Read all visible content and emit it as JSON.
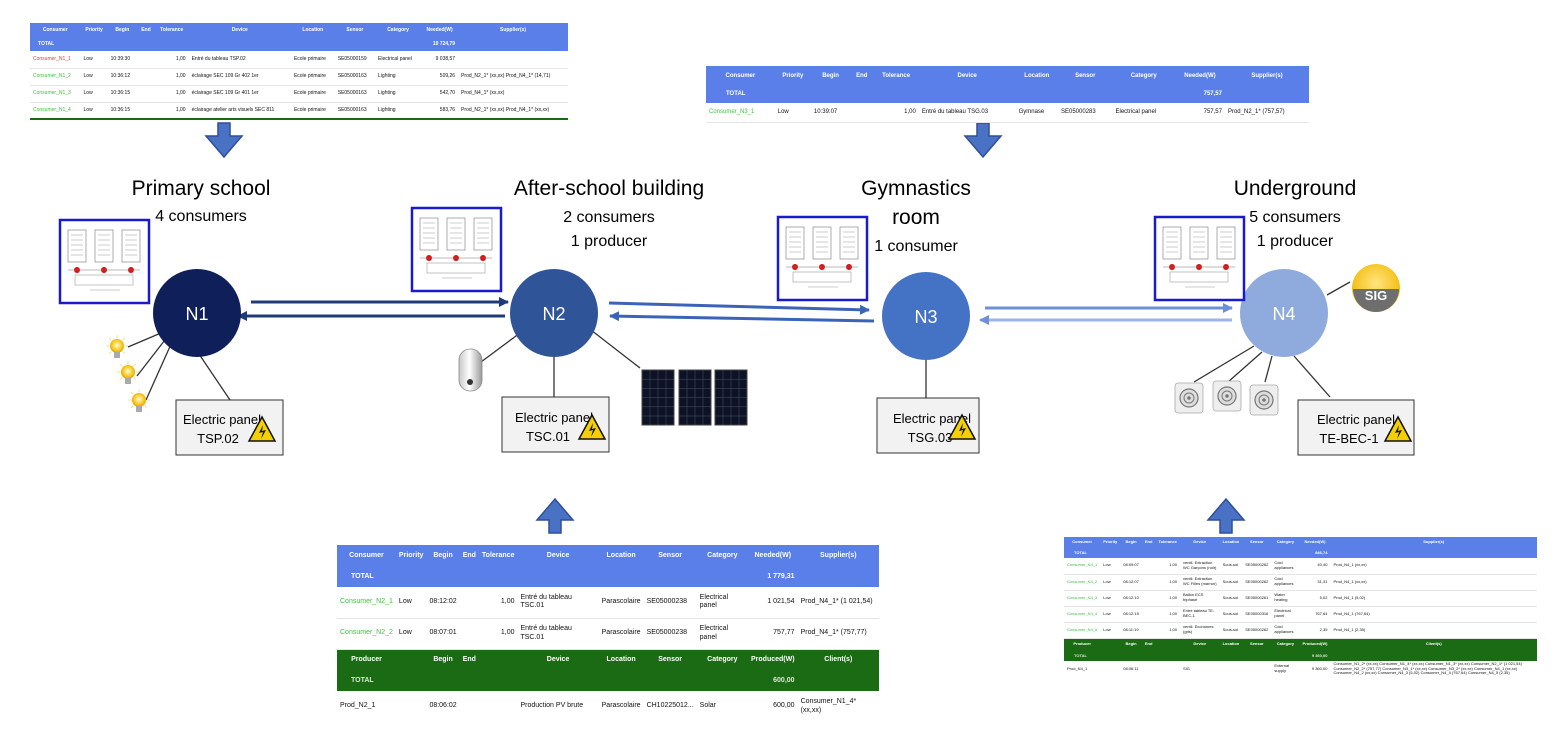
{
  "nodes": [
    {
      "id": "N1",
      "title_lines": [
        "Primary school"
      ],
      "counts": [
        "4 consumers"
      ],
      "panel": {
        "label": "Electric panel",
        "name": "TSP.02"
      },
      "color": "#0f1f5a"
    },
    {
      "id": "N2",
      "title_lines": [
        "After-school building"
      ],
      "counts": [
        "2 consumers",
        "1 producer"
      ],
      "panel": {
        "label": "Electric panel",
        "name": "TSC.01"
      },
      "color": "#2f5497"
    },
    {
      "id": "N3",
      "title_lines": [
        "Gymnastics",
        "room"
      ],
      "counts": [
        "1 consumer"
      ],
      "panel": {
        "label": "Electric panel",
        "name": "TSG.03"
      },
      "color": "#4472c4"
    },
    {
      "id": "N4",
      "title_lines": [
        "Underground"
      ],
      "counts": [
        "5 consumers",
        "1 producer"
      ],
      "panel": {
        "label": "Electric panel",
        "name": "TE-BEC-1"
      },
      "color": "#8faadc"
    }
  ],
  "logo": {
    "text": "SIG"
  },
  "table_n1": {
    "headers": [
      "Consumer",
      "Priority",
      "Begin",
      "End",
      "Tolerance",
      "Device",
      "Location",
      "Sensor",
      "Category",
      "Needed(W)",
      "Supplier(s)"
    ],
    "total_label": "TOTAL",
    "total_value": "10 724,79",
    "rows": [
      [
        "Consumer_N1_1",
        "Low",
        "10:39:30",
        "",
        "1,00",
        "Entré du tableau TSP.02",
        "Ecole primaire",
        "SE05000159",
        "Electrical panel",
        "9 038,57",
        ""
      ],
      [
        "Consumer_N1_2",
        "Low",
        "10:36:12",
        "",
        "1,00",
        "éclairage SEC 109 Gr 402 1er",
        "Ecole primaire",
        "SE05000163",
        "Lighting",
        "509,26",
        "Prod_N2_1* (xx,xx) Prod_N4_1* (14,71)"
      ],
      [
        "Consumer_N1_3",
        "Low",
        "10:36:15",
        "",
        "1,00",
        "éclairage SEC 109 Gr 401 1er",
        "Ecole primaire",
        "SE05000163",
        "Lighting",
        "542,70",
        "Prod_N4_1* (xx,xx)"
      ],
      [
        "Consumer_N1_4",
        "Low",
        "10:36:15",
        "",
        "1,00",
        "éclairage atelier arts visuels SEC 811",
        "Ecole primaire",
        "SE05000163",
        "Lighting",
        "583,76",
        "Prod_N2_1* (xx,xx) Prod_N4_1* (xx,xx)"
      ]
    ]
  },
  "table_n3": {
    "headers": [
      "Consumer",
      "Priority",
      "Begin",
      "End",
      "Tolerance",
      "Device",
      "Location",
      "Sensor",
      "Category",
      "Needed(W)",
      "Supplier(s)"
    ],
    "total_label": "TOTAL",
    "total_value": "757,57",
    "rows": [
      [
        "Consumer_N3_1",
        "Low",
        "10:39:07",
        "",
        "1,00",
        "Entré du tableau TSG.03",
        "Gymnase",
        "SE05000283",
        "Electrical panel",
        "757,57",
        "Prod_N2_1* (757,57)"
      ]
    ]
  },
  "table_n2": {
    "headers": [
      "Consumer",
      "Priority",
      "Begin",
      "End",
      "Tolerance",
      "Device",
      "Location",
      "Sensor",
      "Category",
      "Needed(W)",
      "Supplier(s)"
    ],
    "total_label": "TOTAL",
    "total_value": "1 779,31",
    "rows": [
      [
        "Consumer_N2_1",
        "Low",
        "08:12:02",
        "",
        "1,00",
        "Entré du tableau TSC.01",
        "Parascolaire",
        "SE05000238",
        "Electrical panel",
        "1 021,54",
        "Prod_N4_1* (1 021,54)"
      ],
      [
        "Consumer_N2_2",
        "Low",
        "08:07:01",
        "",
        "1,00",
        "Entré du tableau TSC.01",
        "Parascolaire",
        "SE05000238",
        "Electrical panel",
        "757,77",
        "Prod_N4_1* (757,77)"
      ]
    ],
    "producer_headers": [
      "Producer",
      "",
      "Begin",
      "End",
      "",
      "Device",
      "Location",
      "Sensor",
      "Category",
      "Produced(W)",
      "Client(s)"
    ],
    "producer_total_label": "TOTAL",
    "producer_total_value": "600,00",
    "producer_rows": [
      [
        "Prod_N2_1",
        "",
        "08:06:02",
        "",
        "",
        "Production PV brute",
        "Parascolaire",
        "CH10225012...",
        "Solar",
        "600,00",
        "Consumer_N1_4* (xx,xx)"
      ]
    ]
  },
  "table_n4": {
    "headers": [
      "Consumer",
      "Priority",
      "Begin",
      "End",
      "Tolerance",
      "Device",
      "Location",
      "Sensor",
      "Category",
      "Needed(W)",
      "Supplier(s)"
    ],
    "total_label": "TOTAL",
    "total_value": "846,74",
    "rows": [
      [
        "Consumer_N4_1",
        "Low",
        "08:09:07",
        "",
        "1,00",
        "ventil. Extraction WC Garçons (noir)",
        "Sous-sol",
        "SE05000262",
        "Cold appliances",
        "40,40",
        "Prod_N4_1 (xx,xx)"
      ],
      [
        "Consumer_N4_2",
        "Low",
        "08:12:07",
        "",
        "1,00",
        "ventil. Extraction WC Filles (marron)",
        "Sous-sol",
        "SE05000262",
        "Cold appliances",
        "31,31",
        "Prod_N4_1 (xx,xx)"
      ],
      [
        "Consumer_N4_3",
        "Low",
        "08:12:10",
        "",
        "1,00",
        "Ballon ECS triphasé",
        "Sous-sol",
        "SE05000261",
        "Water heating",
        "5,02",
        "Prod_N4_1 (5,02)"
      ],
      [
        "Consumer_N4_4",
        "Low",
        "08:12:15",
        "",
        "1,00",
        "Entré tableau TE-BEC-1",
        "Sous-sol",
        "SE05000316",
        "Electrical panel",
        "767,64",
        "Prod_N4_1 (767,64)"
      ],
      [
        "Consumer_N4_5",
        "Low",
        "08:11:19",
        "",
        "1,00",
        "ventil. Economes (gris)",
        "Sous-sol",
        "SE05000262",
        "Cold appliances",
        "2,35",
        "Prod_N4_1 (2,35)"
      ]
    ],
    "producer_headers": [
      "Producer",
      "",
      "Begin",
      "End",
      "",
      "Device",
      "Location",
      "Sensor",
      "Category",
      "Produced(W)",
      "Client(s)"
    ],
    "producer_total_label": "TOTAL",
    "producer_total_value": "9 360,00",
    "producer_rows": [
      [
        "Prod_N4_1",
        "",
        "08:06:11",
        "",
        "",
        "SIG",
        "",
        "",
        "External supply",
        "9 360,00",
        "Consumer_N1_2* (xx,xx) Consumer_N1_4* (xx,xx) Consumer_N1_3* (xx,xx) Consumer_N2_1* (1 021,54) Consumer_N2_2* (757,77) Consumer_N3_1* (xx,xx) Consumer_N3_2* (xx,xx) Consumer_N4_1 (xx,xx) Consumer_N4_2 (xx,xx) Consumer_N4_3 (5,02) Consumer_N4_4 (767,64) Consumer_N4_5 (2,35)"
      ]
    ]
  }
}
